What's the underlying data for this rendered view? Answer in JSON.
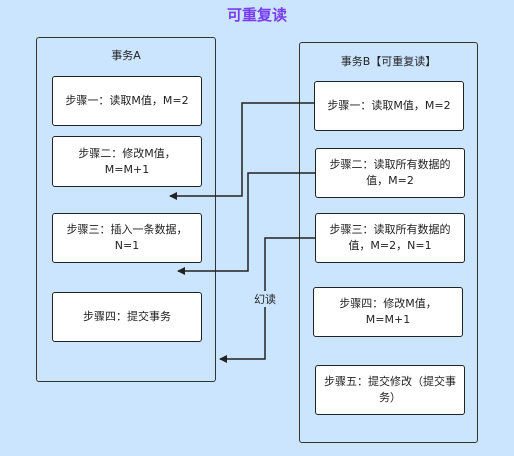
{
  "title": "可重复读",
  "transaction_a": {
    "title": "事务A",
    "steps": [
      "步骤一：读取M值，M=2",
      "步骤二：修改M值，M=M+1",
      "步骤三：插入一条数据，N=1",
      "步骤四：提交事务"
    ]
  },
  "transaction_b": {
    "title": "事务B【可重复读】",
    "steps": [
      "步骤一：读取M值，M=2",
      "步骤二：读取所有数据的值，M=2",
      "步骤三：读取所有数据的值，M=2，N=1",
      "步骤四：修改M值，M=M+1",
      "步骤五：提交修改（提交事务）"
    ]
  },
  "annotation": "幻读"
}
